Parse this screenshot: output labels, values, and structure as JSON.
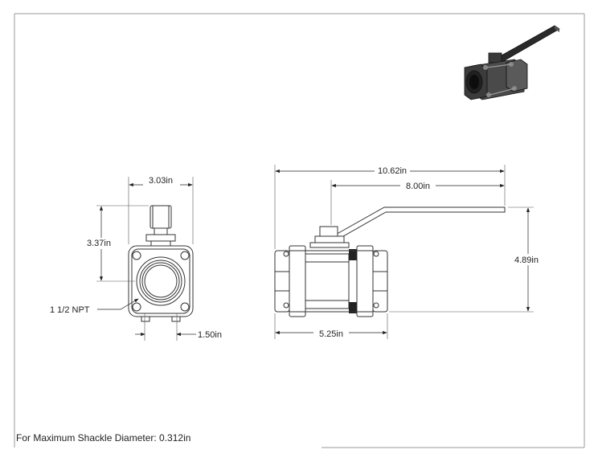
{
  "dimensions": {
    "overall_width": "3.03in",
    "stem_height": "3.37in",
    "port_to_center": "1.50in",
    "overall_length": "10.62in",
    "handle_length": "8.00in",
    "overall_height": "4.89in",
    "body_length": "5.25in"
  },
  "callouts": {
    "thread": "1 1/2 NPT"
  },
  "note": "For Maximum Shackle Diameter: 0.312in",
  "colors": {
    "line": "#333333",
    "frame": "#9a9a9a",
    "iso_dark": "#2f2f2f",
    "iso_mid": "#555555"
  }
}
